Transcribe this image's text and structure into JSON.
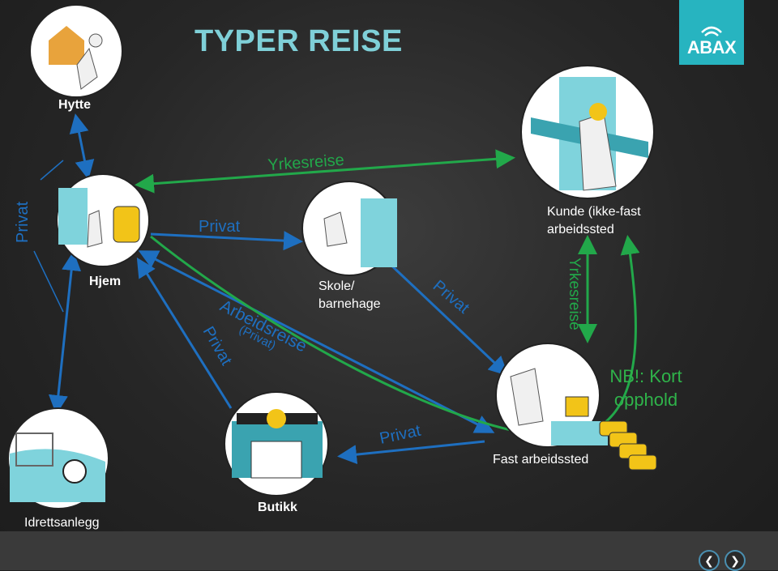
{
  "title": "TYPER REISE",
  "logo": {
    "text": "ABAX"
  },
  "nodes": {
    "hytte": "Hytte",
    "hjem": "Hjem",
    "skole_line1": "Skole/",
    "skole_line2": "barnehage",
    "kunde_line1": "Kunde (ikke-fast",
    "kunde_line2": "arbeidssted",
    "fast": "Fast arbeidssted",
    "idrett": "Idrettsanlegg",
    "butikk": "Butikk"
  },
  "edges": {
    "yrkesreise_top": "Yrkesreise",
    "yrkesreise_right": "Yrkesreise",
    "privat_left": "Privat",
    "privat_hjem_skole": "Privat",
    "privat_skole_fast": "Privat",
    "privat_butikk_hjem": "Privat",
    "privat_fast_butikk": "Privat",
    "arbeidsreise": "Arbeidsreise",
    "arbeidsreise_sub": "(Privat)"
  },
  "note": {
    "line1": "NB!: Kort",
    "line2": "opphold"
  },
  "colors": {
    "blue": "#1e6fc0",
    "green": "#22a84a",
    "circle_fill": "#ffffff",
    "scene": "#7fd3dc",
    "accent": "#27b4c0"
  },
  "nav": {
    "prev_icon": "chevron-left-icon",
    "next_icon": "chevron-right-icon"
  }
}
